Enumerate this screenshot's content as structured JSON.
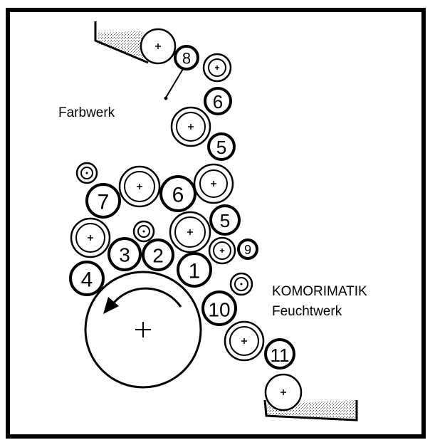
{
  "labels": {
    "farbwerk": "Farbwerk",
    "brand": "KOMORIMATIK",
    "feuchtwerk": "Feuchtwerk"
  },
  "roller_numbers": {
    "r8": "8",
    "r6_top": "6",
    "r5_top": "5",
    "r7": "7",
    "r6_mid": "6",
    "r5_mid": "5",
    "r3": "3",
    "r2": "2",
    "r9": "9",
    "r4": "4",
    "r1": "1",
    "r10": "10",
    "r11": "11"
  },
  "colors": {
    "ink": "#000000",
    "paper": "#ffffff",
    "stipple": "#555555"
  },
  "cylinder": {
    "rotation": "counterclockwise"
  }
}
